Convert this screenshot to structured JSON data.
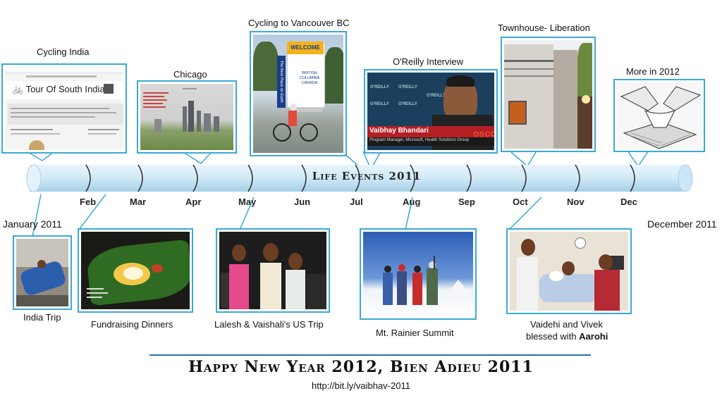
{
  "timeline": {
    "title": "Life Events 2011",
    "start_label": "January 2011",
    "end_label": "December 2011",
    "months": [
      "Feb",
      "Mar",
      "Apr",
      "May",
      "Jun",
      "Jul",
      "Aug",
      "Sep",
      "Oct",
      "Nov",
      "Dec"
    ]
  },
  "events_top": [
    {
      "label": "Cycling India"
    },
    {
      "label": "Chicago"
    },
    {
      "label": "Cycling to Vancouver BC"
    },
    {
      "label": "O'Reilly Interview"
    },
    {
      "label": "Townhouse-  Liberation"
    },
    {
      "label": "More in 2012"
    }
  ],
  "events_bottom": [
    {
      "label": "India Trip"
    },
    {
      "label": "Fundraising  Dinners"
    },
    {
      "label": "Lalesh & Vaishali's US Trip"
    },
    {
      "label": "Mt. Rainier Summit"
    },
    {
      "label_line1": "Vaidehi and Vivek",
      "label_line2_prefix": "blessed  with ",
      "label_line2_bold": "Aarohi"
    }
  ],
  "photo_text": {
    "tour_site_title": "Tour Of South India",
    "welcome_sign": "WELCOME",
    "bc_sign_1": "BRITISH",
    "bc_sign_2": "COLUMBIA",
    "bc_sign_3": "CANADA",
    "bc_slogan": "The Best Place on Earth",
    "oreilly_name": "Vaibhay Bhandari",
    "oreilly_role": "Program Manager, Microsoft, Health Solutions Group",
    "oreilly_logo": "O'REILLY",
    "oreilly_brand": "oscon"
  },
  "footer": {
    "headline": "Happy New Year 2012, Bien Adieu 2011",
    "url": "http://bit.ly/vaibhav-2011"
  },
  "colors": {
    "frame": "#3aa9d8",
    "timeline_bar": "#cfe8f6",
    "divider": "#2f6fb5"
  }
}
